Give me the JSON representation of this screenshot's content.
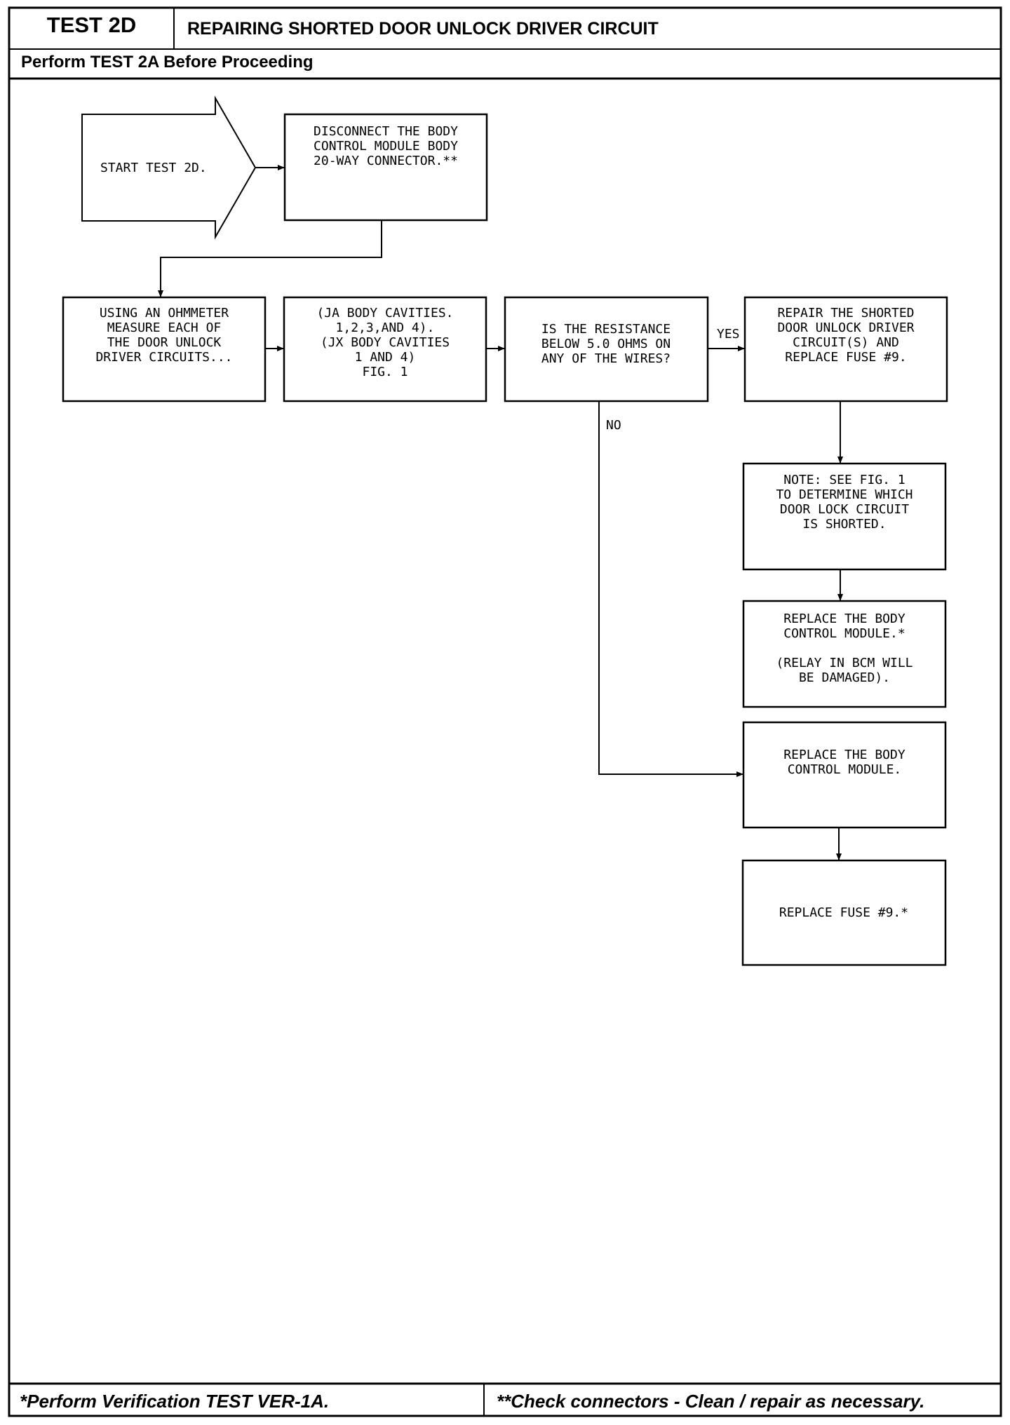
{
  "header": {
    "test_id": "TEST 2D",
    "title": "REPAIRING SHORTED DOOR UNLOCK DRIVER CIRCUIT",
    "prerequisite": "Perform TEST 2A Before Proceeding"
  },
  "flowchart": {
    "start": "START TEST 2D.",
    "disconnect": [
      "DISCONNECT THE BODY",
      "CONTROL MODULE BODY",
      "20-WAY CONNECTOR.**"
    ],
    "measure": [
      "USING AN OHMMETER",
      "MEASURE EACH OF",
      "THE DOOR UNLOCK",
      "DRIVER CIRCUITS..."
    ],
    "cavities": [
      "(JA BODY CAVITIES.",
      "1,2,3,AND 4).",
      "(JX BODY CAVITIES",
      "1 AND 4)",
      "FIG. 1"
    ],
    "decision": [
      "IS THE RESISTANCE",
      "BELOW 5.0 OHMS ON",
      "ANY OF THE WIRES?"
    ],
    "yes_label": "YES",
    "no_label": "NO",
    "repair": [
      "REPAIR THE SHORTED",
      "DOOR UNLOCK DRIVER",
      "CIRCUIT(S) AND",
      "REPLACE FUSE #9."
    ],
    "note": [
      "NOTE: SEE FIG. 1",
      "TO DETERMINE WHICH",
      "DOOR LOCK CIRCUIT",
      "IS SHORTED."
    ],
    "replace_bcm_damaged": [
      "REPLACE THE BODY",
      "CONTROL MODULE.*",
      "",
      "(RELAY IN BCM WILL",
      "BE DAMAGED)."
    ],
    "replace_bcm": [
      "REPLACE THE BODY",
      "CONTROL MODULE."
    ],
    "replace_fuse": [
      "REPLACE FUSE #9.*"
    ]
  },
  "footer": {
    "left_note": "*Perform Verification TEST VER-1A.",
    "right_note": "**Check connectors - Clean / repair as necessary."
  }
}
